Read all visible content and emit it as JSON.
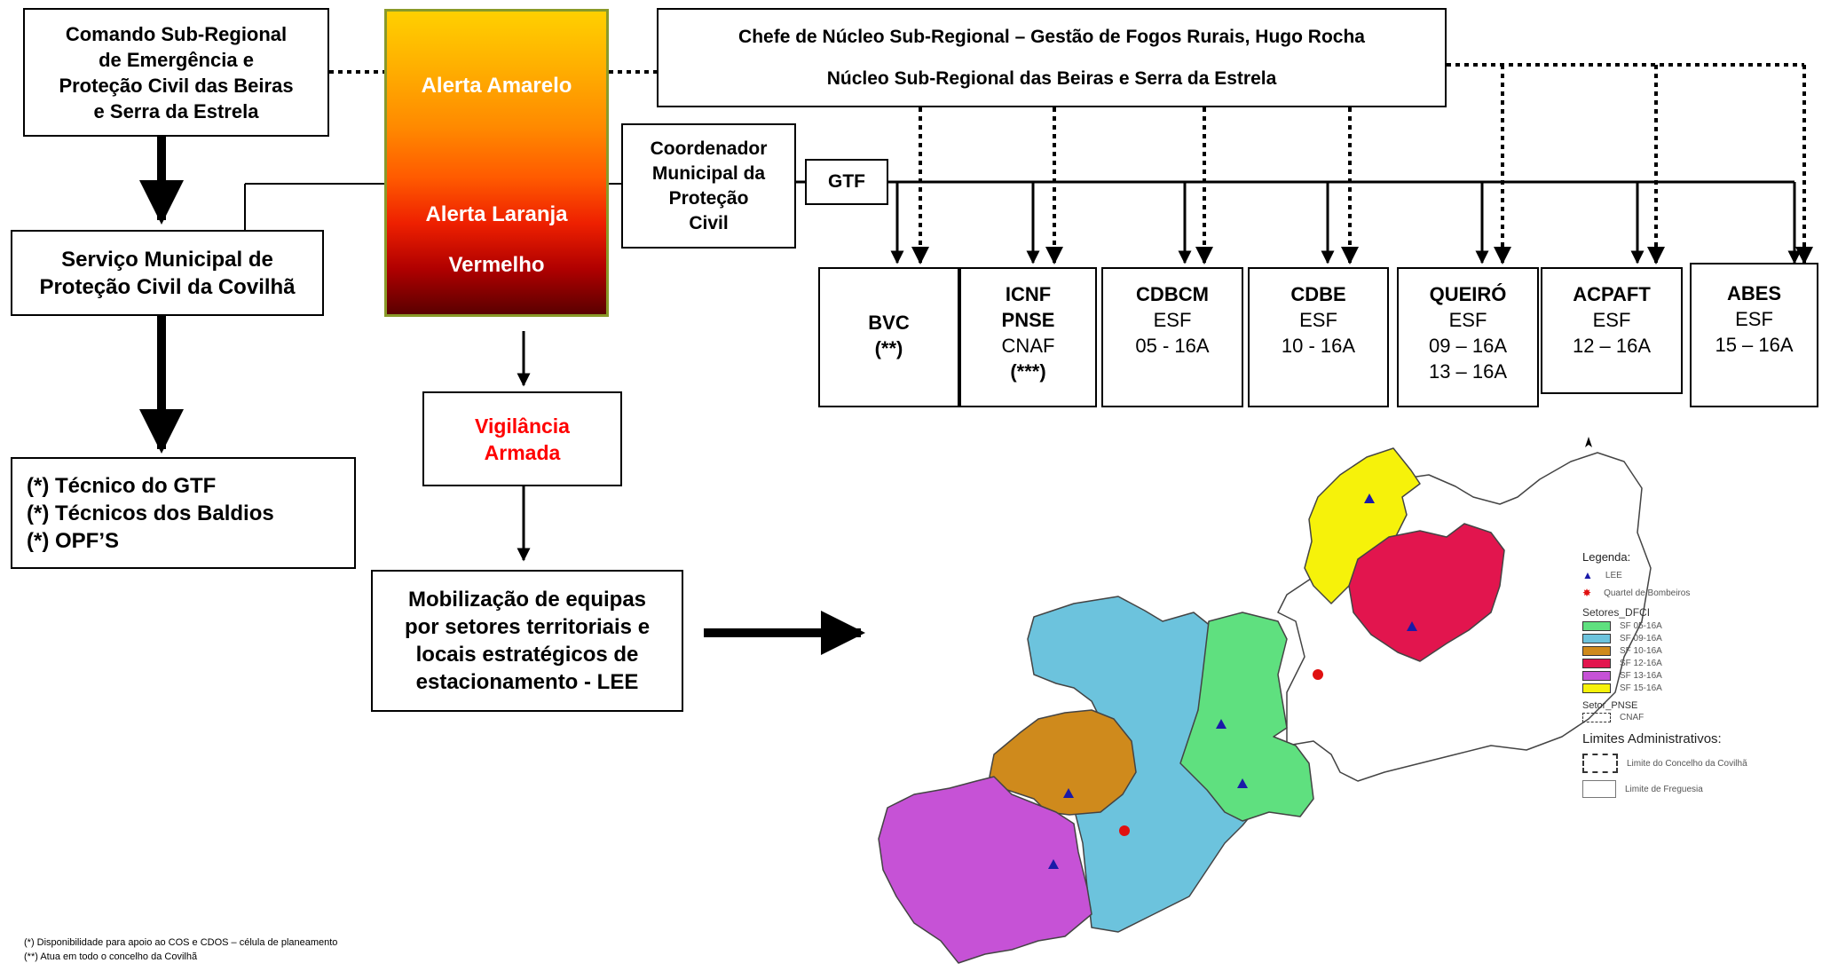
{
  "boxes": {
    "comando": [
      "Comando Sub-Regional",
      "de Emergência e",
      "Proteção Civil das Beiras",
      "e Serra da Estrela"
    ],
    "servico": [
      "Serviço Municipal de",
      "Proteção Civil da Covilhã"
    ],
    "tecnicos": [
      "(*) Técnico do GTF",
      "(*) Técnicos dos Baldios",
      "(*) OPF’S"
    ],
    "chefe": [
      "Chefe de Núcleo Sub-Regional – Gestão de Fogos Rurais, Hugo Rocha",
      "Núcleo Sub-Regional das Beiras e Serra da Estrela"
    ],
    "coordenador": [
      "Coordenador",
      "Municipal da",
      "Proteção",
      "Civil"
    ],
    "gtf": "GTF",
    "vigilancia": [
      "Vigilância",
      "Armada"
    ],
    "mobilizacao": [
      "Mobilização de equipas",
      "por setores territoriais e",
      "locais estratégicos de",
      "estacionamento - LEE"
    ]
  },
  "alerts": {
    "amarelo": "Alerta Amarelo",
    "laranja": "Alerta Laranja",
    "vermelho": "Vermelho"
  },
  "units": [
    {
      "name": "BVC",
      "lines": [
        "(**)"
      ],
      "bold_lines": [
        true
      ]
    },
    {
      "name": "ICNF",
      "lines": [
        "PNSE",
        "CNAF",
        "(***)"
      ],
      "bold_lines": [
        true,
        false,
        true
      ]
    },
    {
      "name": "CDBCM",
      "lines": [
        "ESF",
        "05 - 16A"
      ],
      "bold_lines": [
        false,
        false
      ]
    },
    {
      "name": "CDBE",
      "lines": [
        "ESF",
        "10 - 16A"
      ],
      "bold_lines": [
        false,
        false
      ]
    },
    {
      "name": "QUEIRÓ",
      "lines": [
        "ESF",
        "09 – 16A",
        "13 – 16A"
      ],
      "bold_lines": [
        false,
        false,
        false
      ]
    },
    {
      "name": "ACPAFT",
      "lines": [
        "ESF",
        "12 – 16A"
      ],
      "bold_lines": [
        false,
        false
      ]
    },
    {
      "name": "ABES",
      "lines": [
        "ESF",
        "15 – 16A"
      ],
      "bold_lines": [
        false,
        false
      ]
    }
  ],
  "footnotes": [
    "(*) Disponibilidade para apoio ao COS e CDOS – célula de planeamento",
    "(**) Atua em todo o concelho da Covilhã"
  ],
  "map": {
    "colors": {
      "green": "#5fe07f",
      "blue": "#6cc3dd",
      "orange": "#cf8a1c",
      "red": "#e2154e",
      "magenta": "#c652d6",
      "yellow": "#f6f20a"
    },
    "legend": {
      "title": "Legenda:",
      "lee": "LEE",
      "quartel": "Quartel de Bombeiros",
      "setores_title": "Setores_DFCI",
      "setores": [
        "SF 05-16A",
        "SF 09-16A",
        "SF 10-16A",
        "SF 12-16A",
        "SF 13-16A",
        "SF 15-16A"
      ],
      "pnse_title": "Setor_PNSE",
      "pnse_item": "CNAF",
      "limites_title": "Limites Administrativos:",
      "limite_concelho": "Limite do Concelho da Covilhã",
      "limite_freguesia": "Limite de Freguesia"
    }
  }
}
